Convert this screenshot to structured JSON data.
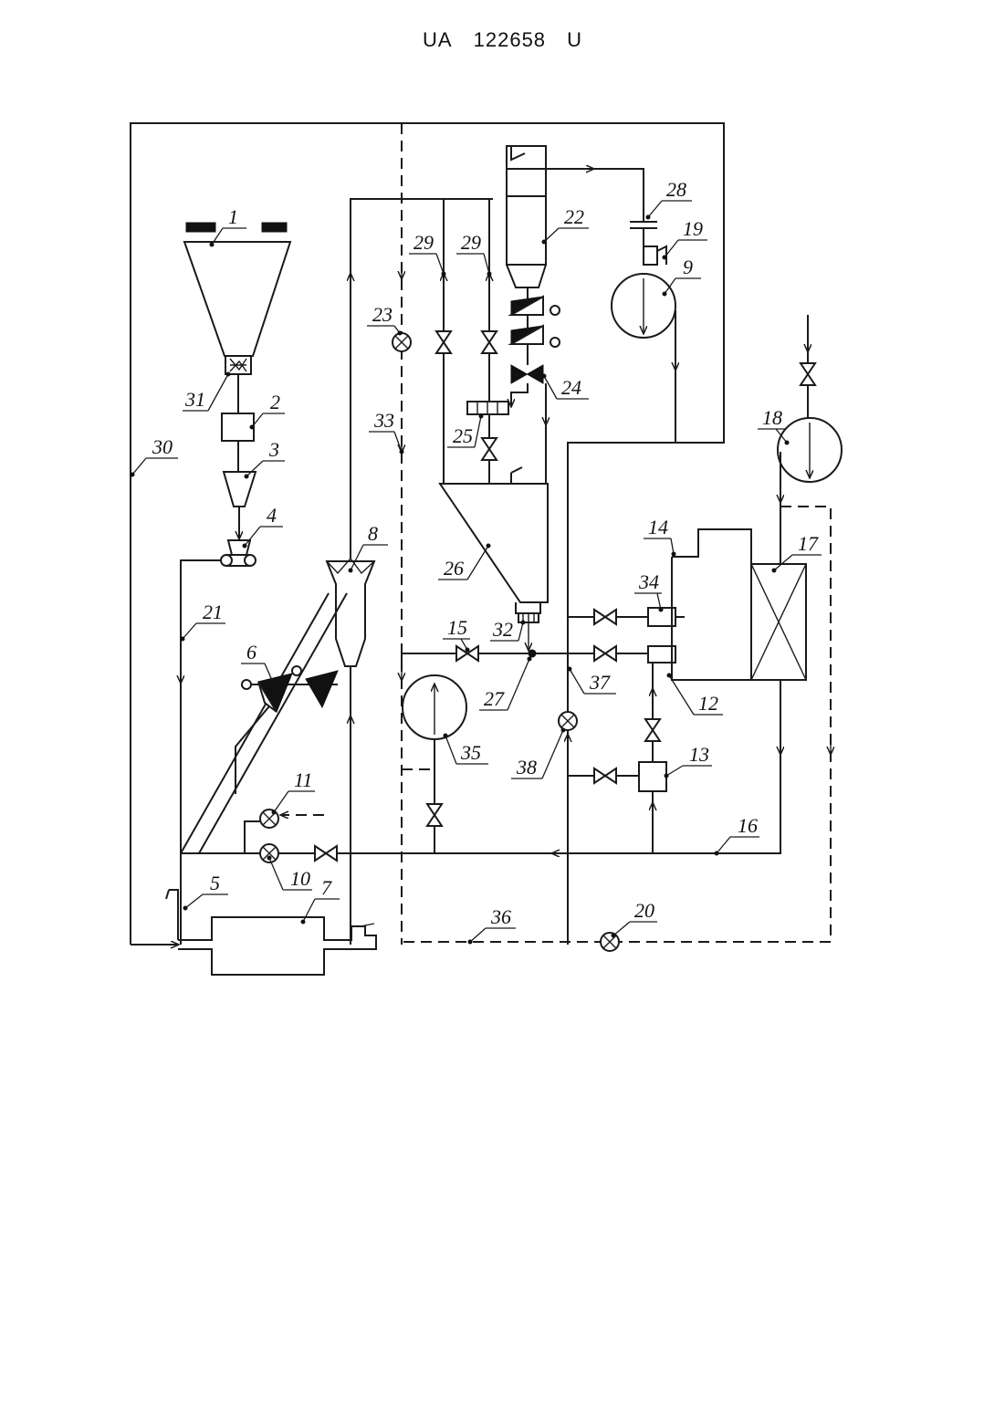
{
  "header": {
    "country": "UA",
    "number": "122658",
    "kind": "U"
  },
  "diagram": {
    "callouts": [
      "1",
      "2",
      "3",
      "4",
      "5",
      "6",
      "7",
      "8",
      "9",
      "10",
      "11",
      "12",
      "13",
      "14",
      "15",
      "16",
      "17",
      "18",
      "19",
      "20",
      "21",
      "22",
      "23",
      "24",
      "25",
      "26",
      "27",
      "28",
      "29",
      "29",
      "30",
      "31",
      "32",
      "33",
      "34",
      "35",
      "36",
      "37",
      "38"
    ]
  }
}
